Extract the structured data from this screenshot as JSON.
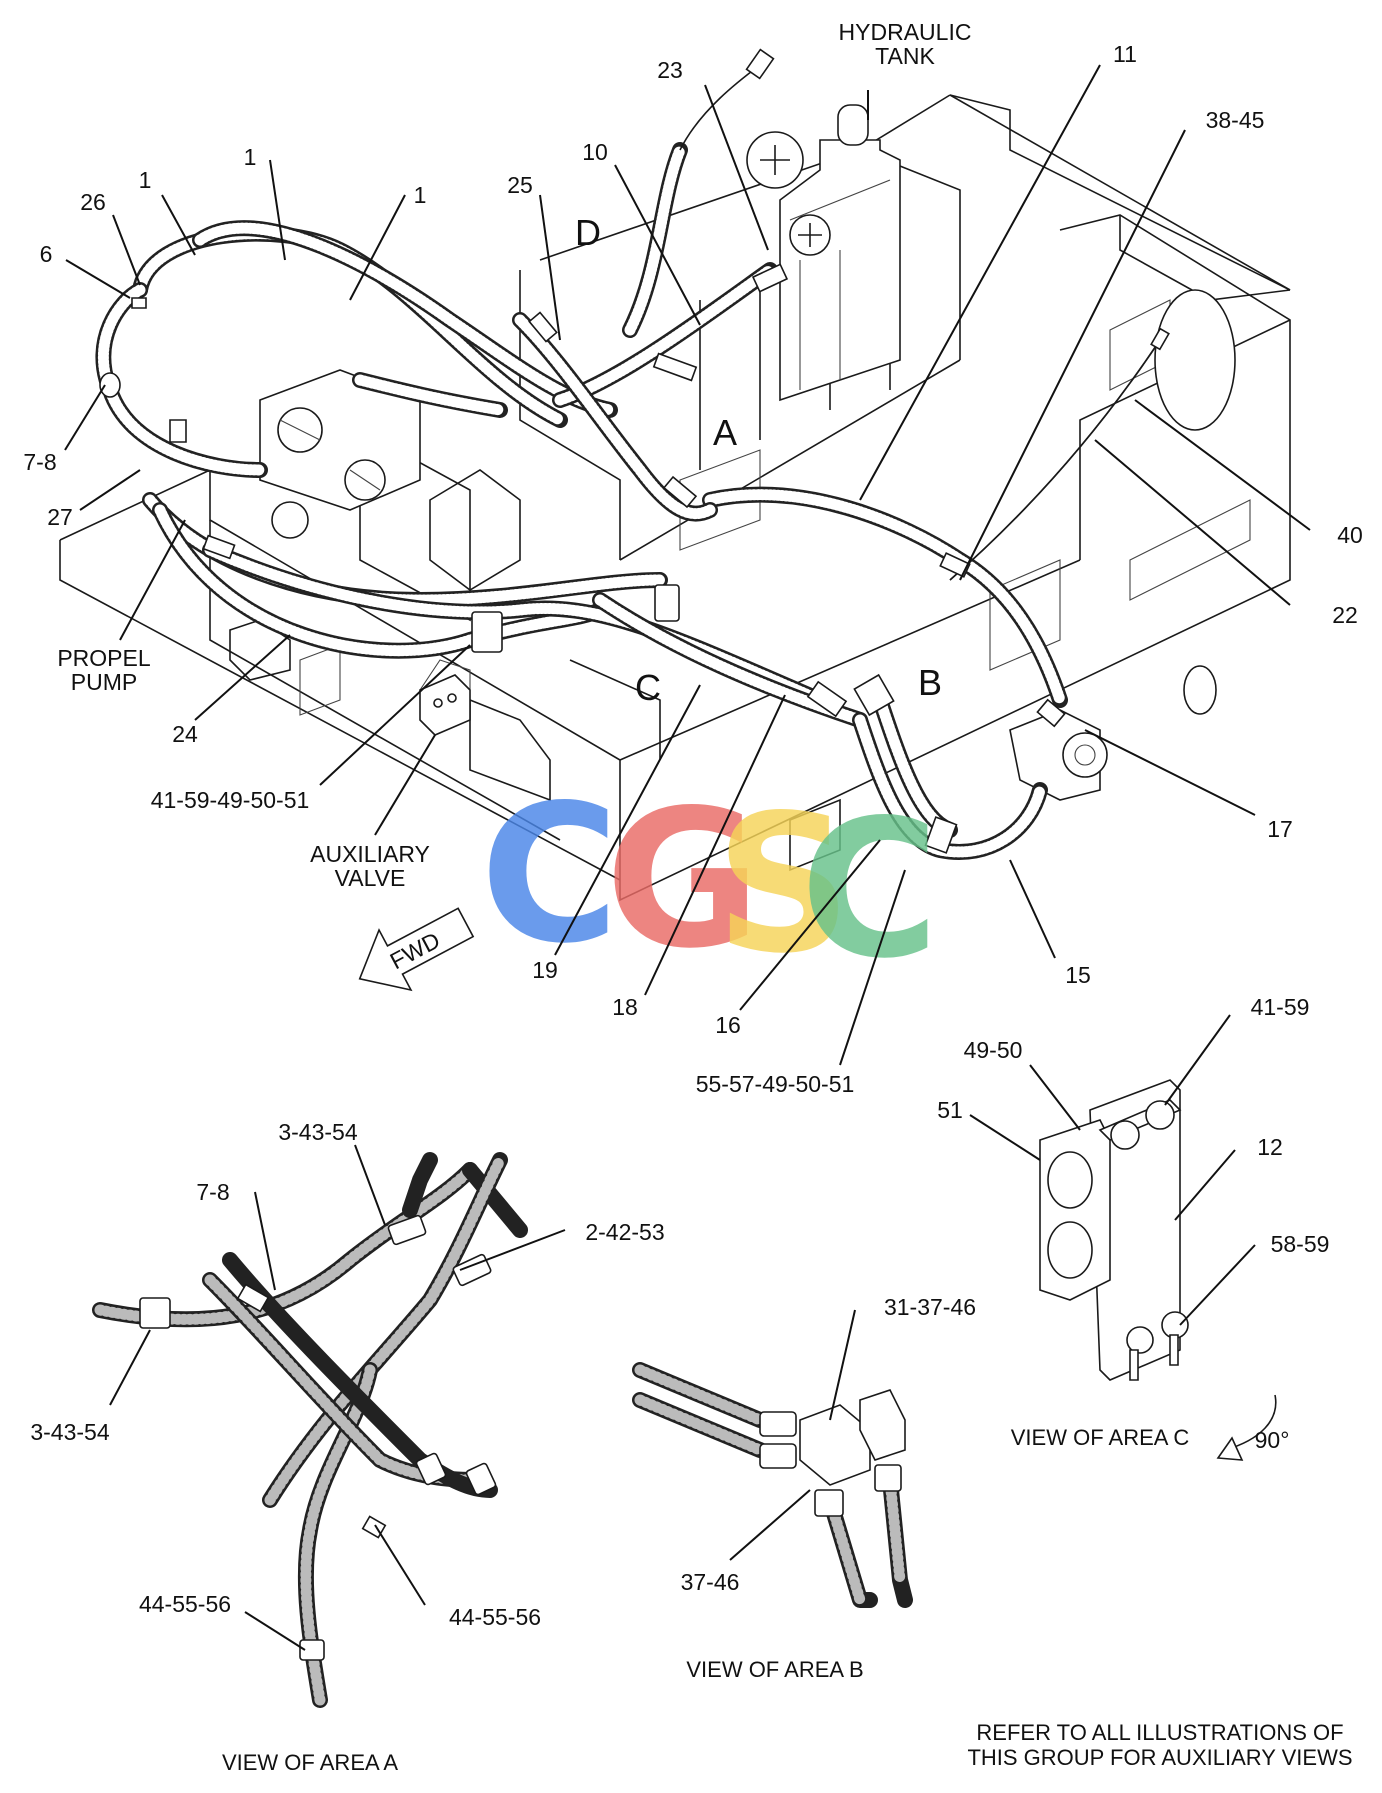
{
  "diagram": {
    "part_callouts": {
      "c1a": "1",
      "c1b": "1",
      "c1c": "1",
      "c2": "2-42-53",
      "c3a": "3-43-54",
      "c3b": "3-43-54",
      "c6": "6",
      "c7a": "7-8",
      "c7b": "7-8",
      "c10": "10",
      "c11": "11",
      "c12": "12",
      "c15": "15",
      "c16": "16",
      "c17": "17",
      "c18": "18",
      "c19": "19",
      "c22": "22",
      "c23": "23",
      "c24": "24",
      "c25": "25",
      "c26": "26",
      "c27": "27",
      "c31": "31-37-46",
      "c37": "37-46",
      "c38": "38-45",
      "c40": "40",
      "c41a": "41-59",
      "c41b": "41-59-49-50-51",
      "c44a": "44-55-56",
      "c44b": "44-55-56",
      "c49": "49-50",
      "c51": "51",
      "c55": "55-57-49-50-51",
      "c58": "58-59"
    },
    "component_labels": {
      "hydraulic_tank_line1": "HYDRAULIC",
      "hydraulic_tank_line2": "TANK",
      "propel_pump_line1": "PROPEL",
      "propel_pump_line2": "PUMP",
      "auxiliary_valve_line1": "AUXILIARY",
      "auxiliary_valve_line2": "VALVE",
      "fwd_arrow": "FWD"
    },
    "area_markers": {
      "a": "A",
      "b": "B",
      "c": "C",
      "d": "D"
    },
    "view_captions": {
      "view_a": "VIEW OF AREA  A",
      "view_b": "VIEW OF AREA  B",
      "view_c": "VIEW OF AREA  C",
      "rotation": "90°"
    },
    "note_line1": "REFER TO ALL ILLUSTRATIONS OF",
    "note_line2": "THIS GROUP FOR AUXILIARY VIEWS",
    "watermark": {
      "letters": [
        "C",
        "G",
        "S",
        "C"
      ],
      "colors": [
        "#4a86e8",
        "#ea6b66",
        "#f6d458",
        "#67c28a"
      ]
    }
  }
}
